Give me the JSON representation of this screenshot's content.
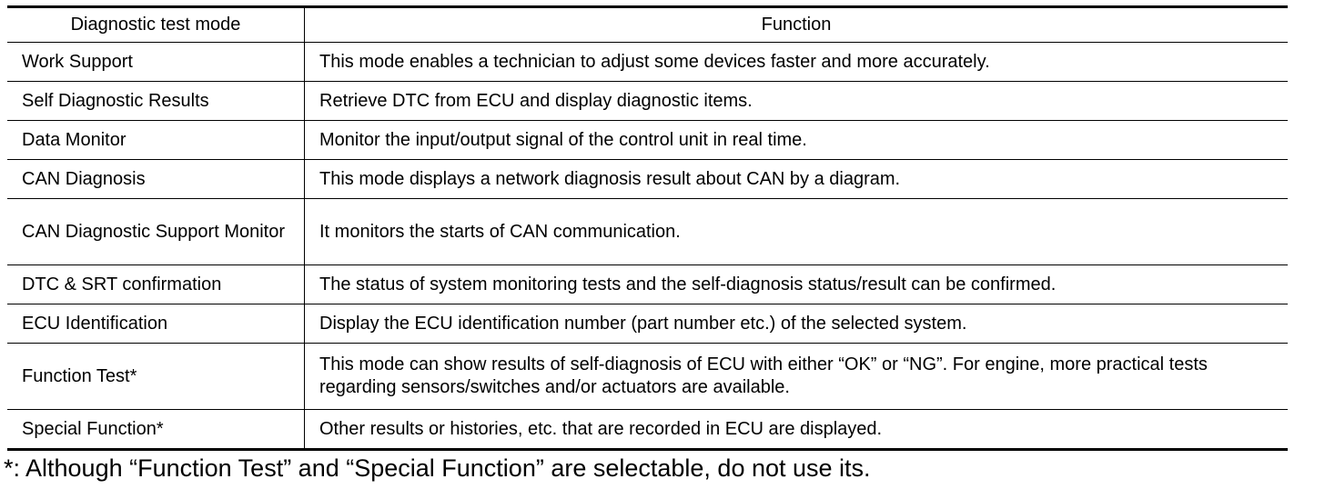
{
  "table": {
    "headers": [
      "Diagnostic test mode",
      "Function"
    ],
    "rows": [
      {
        "mode": "Work Support",
        "function": "This mode enables a technician to adjust some devices faster and more accurately."
      },
      {
        "mode": "Self Diagnostic Results",
        "function": "Retrieve DTC from ECU and display diagnostic items."
      },
      {
        "mode": "Data Monitor",
        "function": "Monitor the input/output signal of the control unit in real time."
      },
      {
        "mode": "CAN Diagnosis",
        "function": "This mode displays a network diagnosis result about CAN by a diagram."
      },
      {
        "mode": "CAN Diagnostic Support Monitor",
        "function": "It monitors the starts of CAN communication."
      },
      {
        "mode": "DTC & SRT confirmation",
        "function": "The status of system monitoring tests and the self-diagnosis status/result can be confirmed."
      },
      {
        "mode": "ECU Identification",
        "function": "Display the ECU identification number (part number etc.) of the selected system."
      },
      {
        "mode": "Function Test*",
        "function": "This mode can show results of self-diagnosis of ECU with either “OK” or “NG”. For engine, more practical tests regarding sensors/switches and/or actuators are available."
      },
      {
        "mode": "Special Function*",
        "function": "Other results or histories, etc. that are recorded in ECU are displayed."
      }
    ]
  },
  "footnote": "*: Although “Function Test” and “Special Function” are selectable, do not use its."
}
